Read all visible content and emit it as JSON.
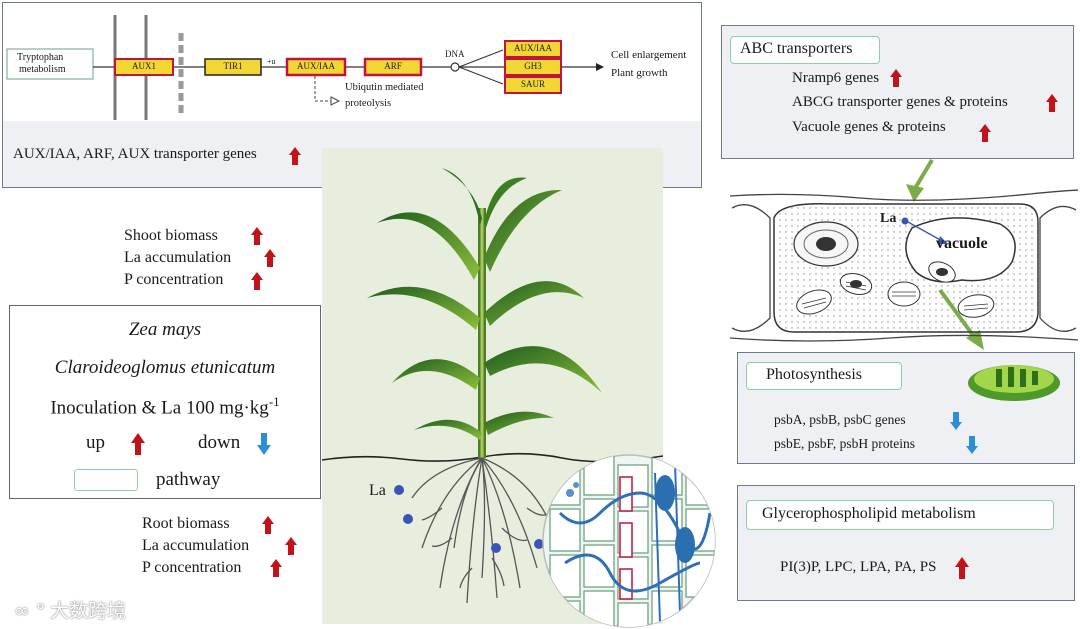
{
  "colors": {
    "up": "#c0141a",
    "down": "#2a8fd6",
    "pathway_border": "#8dd0a6",
    "box_yellow": "#f2d633",
    "box_red_border": "#c0143c",
    "panel_bg": "#eef0f3"
  },
  "auxin_pathway": {
    "source_label_line1": "Tryptophan",
    "source_label_line2": "metabolism",
    "node_aux1": "AUX1",
    "node_tir1": "TIR1",
    "plus_label": "+u",
    "node_aux_iaa": "AUX/IAA",
    "node_arf": "ARF",
    "proteolysis_line1": "Ubiqutin  mediated",
    "proteolysis_line2": "proteolysis",
    "dna_label": "DNA",
    "targets": [
      "AUX/IAA",
      "GH3",
      "SAUR"
    ],
    "outcome_line1": "Cell enlargement",
    "outcome_line2": "Plant growth",
    "gene_note": "AUX/IAA, ARF, AUX transporter genes",
    "gene_note_trend": "up"
  },
  "shoot_effects": [
    {
      "label": "Shoot biomass",
      "trend": "up"
    },
    {
      "label": "La accumulation",
      "trend": "up"
    },
    {
      "label": "P concentration",
      "trend": "up"
    }
  ],
  "legend": {
    "species": "Zea mays",
    "fungus": "Claroideoglomus etunicatum",
    "treatment": "Inoculation & La 100 mg·kg",
    "treatment_exponent": "-1",
    "up_label": "up",
    "down_label": "down",
    "pathway_label": "pathway"
  },
  "root_effects": [
    {
      "label": "Root biomass",
      "trend": "up"
    },
    {
      "label": "La accumulation",
      "trend": "up"
    },
    {
      "label": "P concentration",
      "trend": "up"
    }
  ],
  "soil_label": "La",
  "cell_labels": {
    "la": "La",
    "vacuole": "vacuole"
  },
  "abc_transporters": {
    "title": "ABC transporters",
    "items": [
      {
        "label": "Nramp6 genes",
        "trend": "up"
      },
      {
        "label": "ABCG transporter genes & proteins",
        "trend": "up"
      },
      {
        "label": "Vacuole genes & proteins",
        "trend": "up"
      }
    ]
  },
  "photosynthesis": {
    "title": "Photosynthesis",
    "items": [
      {
        "label": "psbA, psbB, psbC genes",
        "trend": "down"
      },
      {
        "label": "psbE, psbF, psbH proteins",
        "trend": "down"
      }
    ]
  },
  "glycerophospholipid": {
    "title": "Glycerophospholipid metabolism",
    "items": [
      {
        "label": "PI(3)P, LPC, LPA, PA, PS",
        "trend": "up"
      }
    ]
  },
  "watermark": "大数跨境"
}
